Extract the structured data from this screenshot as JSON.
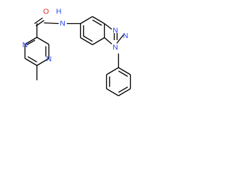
{
  "colors": {
    "background": "#ffffff",
    "bond": "#000000",
    "nitrogen": "#1f3df0",
    "oxygen": "#e12626"
  },
  "atoms": {
    "o1": "O",
    "n_amide": "N",
    "h_amide": "H",
    "n_pyrazine_top": "N",
    "n_pyrazine_bottom": "N",
    "n_triazole_top": "N",
    "n_triazole_middle": "N",
    "n_triazole_bottom": "N"
  }
}
